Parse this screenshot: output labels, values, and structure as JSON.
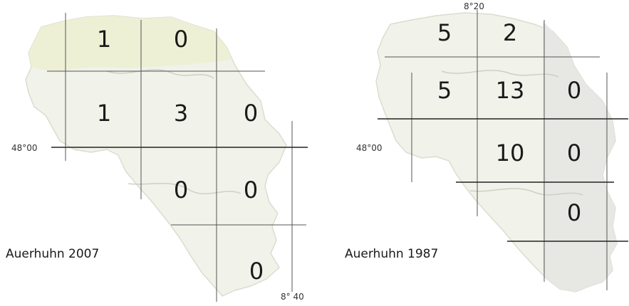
{
  "colors": {
    "region_fill": "#f1f2ea",
    "region_edge": "#dcdcd0",
    "highlight_fill": "#eef0d6",
    "shade_fill": "#e7e7e4",
    "river": "#cfcfc6",
    "text": "#1a1a1a"
  },
  "maps": [
    {
      "caption": "Auerhuhn 2007",
      "coord_labels": {
        "lat": "48°00",
        "lon": "8° 40"
      },
      "counts": [
        "1",
        "0",
        "1",
        "3",
        "0",
        "0",
        "0",
        "0"
      ]
    },
    {
      "caption": "Auerhuhn 1987",
      "coord_labels": {
        "lat": "48°00",
        "lon": "8°20"
      },
      "counts": [
        "5",
        "2",
        "5",
        "13",
        "0",
        "10",
        "0",
        "0"
      ]
    }
  ]
}
